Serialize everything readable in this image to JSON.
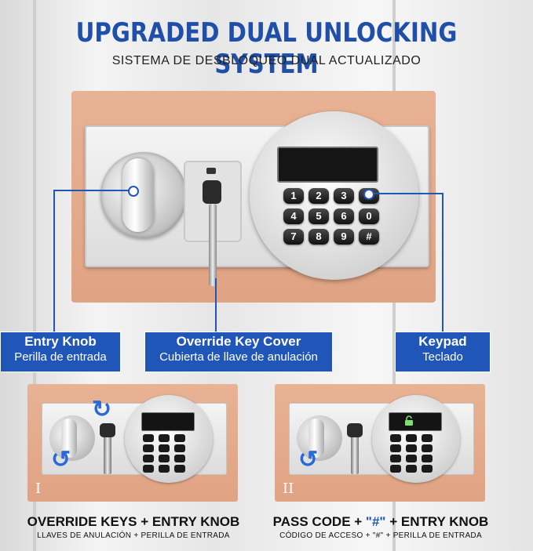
{
  "header": {
    "title": "UPGRADED DUAL UNLOCKING SYSTEM",
    "subtitle": "SISTEMA DE DESBLOQUEO DUAL ACTUALIZADO"
  },
  "keypad": {
    "keys": [
      "1",
      "2",
      "3",
      "*",
      "4",
      "5",
      "6",
      "0",
      "7",
      "8",
      "9",
      "#"
    ]
  },
  "callouts": {
    "entry_knob": {
      "en": "Entry Knob",
      "es": "Perilla de entrada"
    },
    "override_key_cover": {
      "en": "Override Key Cover",
      "es": "Cubierta de llave de anulación"
    },
    "keypad": {
      "en": "Keypad",
      "es": "Teclado"
    }
  },
  "methods": [
    {
      "numeral": "I",
      "en": "OVERRIDE KEYS + ENTRY KNOB",
      "es": "LLAVES DE ANULACIÓN + PERILLA DE ENTRADA"
    },
    {
      "numeral": "II",
      "en_pre": "PASS CODE + ",
      "en_hash": "\"#\"",
      "en_post": " + ENTRY KNOB",
      "es": "CÓDIGO DE ACCESO + \"#\" + PERILLA DE ENTRADA"
    }
  ],
  "colors": {
    "accent": "#1f56b8",
    "panel": "#e0a383"
  }
}
